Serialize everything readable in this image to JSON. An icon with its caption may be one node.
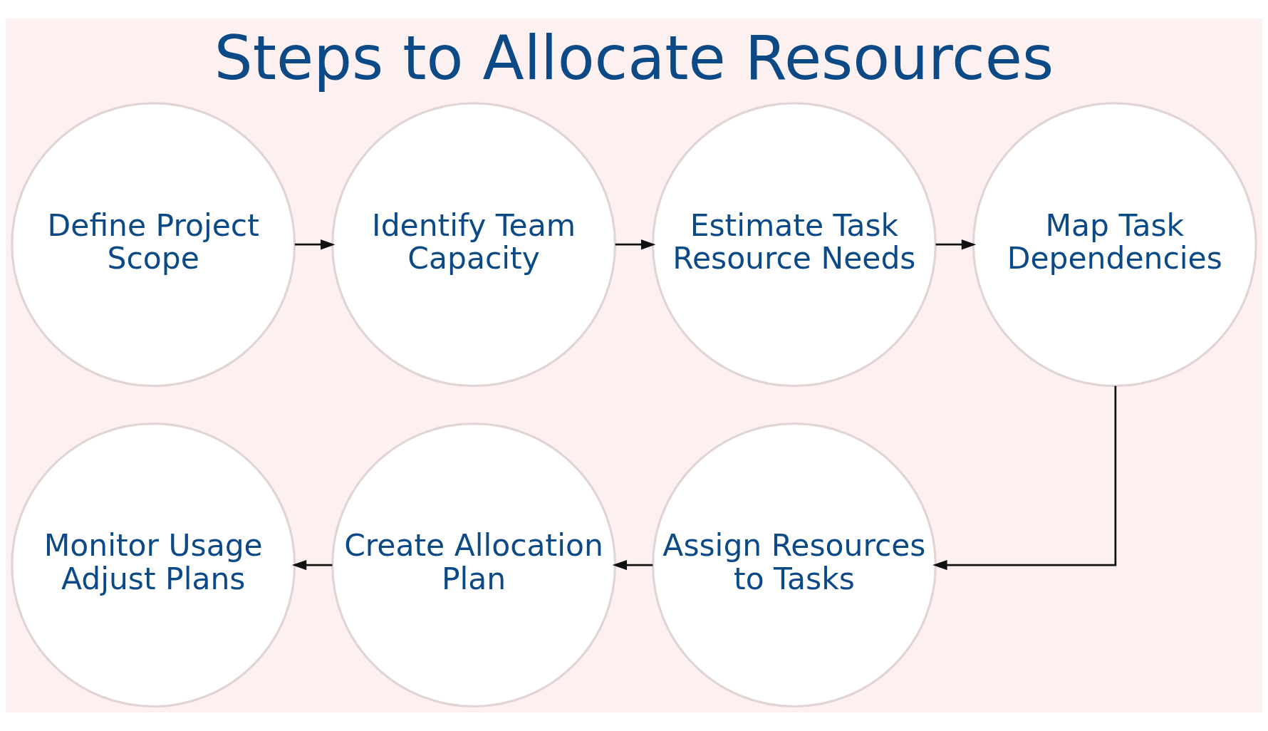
{
  "diagram": {
    "title": "Steps to Allocate Resources",
    "nodes": [
      {
        "text": [
          "Define Project Scope"
        ]
      },
      {
        "text": [
          "Identify Team Capacity"
        ]
      },
      {
        "text": [
          "Estimate Task Resource Needs"
        ]
      },
      {
        "text": [
          "Map Task Dependencies"
        ]
      },
      {
        "text": [
          "Assign Resources to Tasks"
        ]
      },
      {
        "text": [
          "Create Allocation Plan"
        ]
      },
      {
        "text": [
          "Monitor Usage Adjust Plans"
        ]
      }
    ],
    "edges": [
      {
        "from": 0,
        "to": 1,
        "arrow": "to"
      },
      {
        "from": 1,
        "to": 2,
        "arrow": "to"
      },
      {
        "from": 2,
        "to": 3,
        "arrow": "to"
      },
      {
        "from": 3,
        "to": 4,
        "arrow": "to"
      },
      {
        "from": 4,
        "to": 5,
        "arrow": "to"
      },
      {
        "from": 5,
        "to": 6,
        "arrow": "to"
      }
    ]
  }
}
